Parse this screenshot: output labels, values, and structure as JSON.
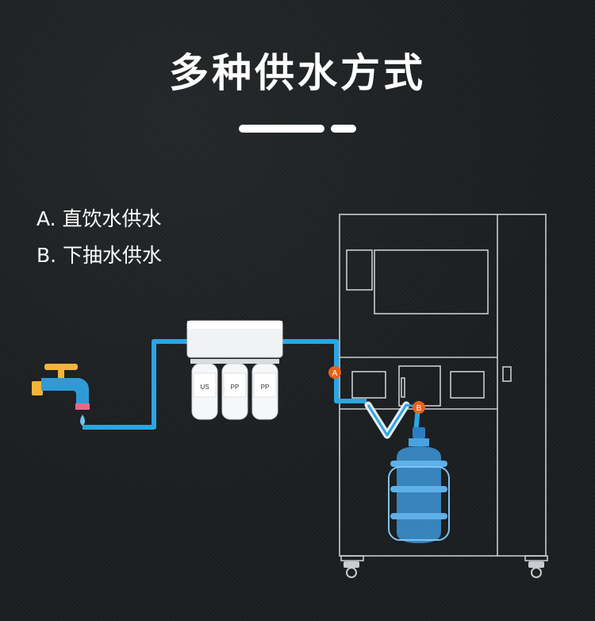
{
  "title": "多种供水方式",
  "options": [
    {
      "label": "A. 直饮水供水"
    },
    {
      "label": "B. 下抽水供水"
    }
  ],
  "markers": [
    {
      "label": "A",
      "color": "#e8611a"
    },
    {
      "label": "B",
      "color": "#e8611a"
    }
  ],
  "filter_labels": [
    "US",
    "PP",
    "PP"
  ],
  "colors": {
    "pipe": "#2aa6e4",
    "outline": "#c9ccd0",
    "marker": "#e8611a",
    "faucet_body": "#2f9bd6",
    "faucet_handle": "#f2b43a",
    "bottle": "#3d95d8"
  }
}
